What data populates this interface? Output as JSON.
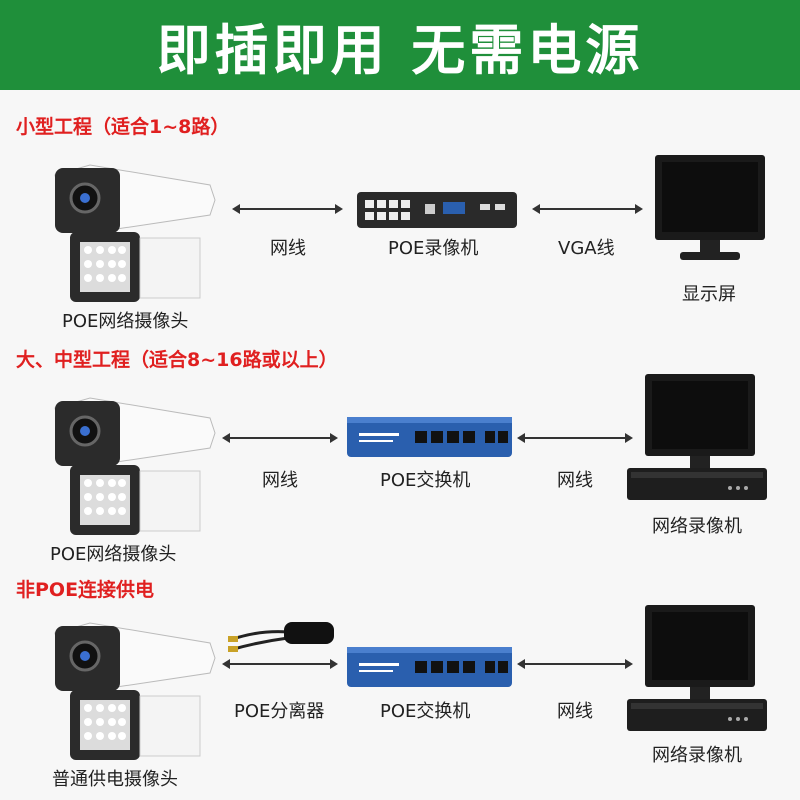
{
  "banner": {
    "title": "即插即用 无需电源"
  },
  "sections": [
    {
      "title": "小型工程（适合1~8路）",
      "camera_label": "POE网络摄像头",
      "link1_label": "网线",
      "hub_label": "POE录像机",
      "link2_label": "VGA线",
      "end_label": "显示屏"
    },
    {
      "title": "大、中型工程（适合8~16路或以上）",
      "camera_label": "POE网络摄像头",
      "link1_label": "网线",
      "hub_label": "POE交换机",
      "link2_label": "网线",
      "end_label": "网络录像机"
    },
    {
      "title": "非POE连接供电",
      "camera_label": "普通供电摄像头",
      "link1_label": "POE分离器",
      "hub_label": "POE交换机",
      "link2_label": "网线",
      "end_label": "网络录像机"
    }
  ],
  "colors": {
    "banner": "#1f8f3a",
    "section_title": "#e02020",
    "switch": "#2a5fae"
  },
  "icons": [
    "bullet-camera-icon",
    "nvr-recorder-icon",
    "poe-switch-icon",
    "monitor-icon",
    "poe-splitter-icon"
  ]
}
